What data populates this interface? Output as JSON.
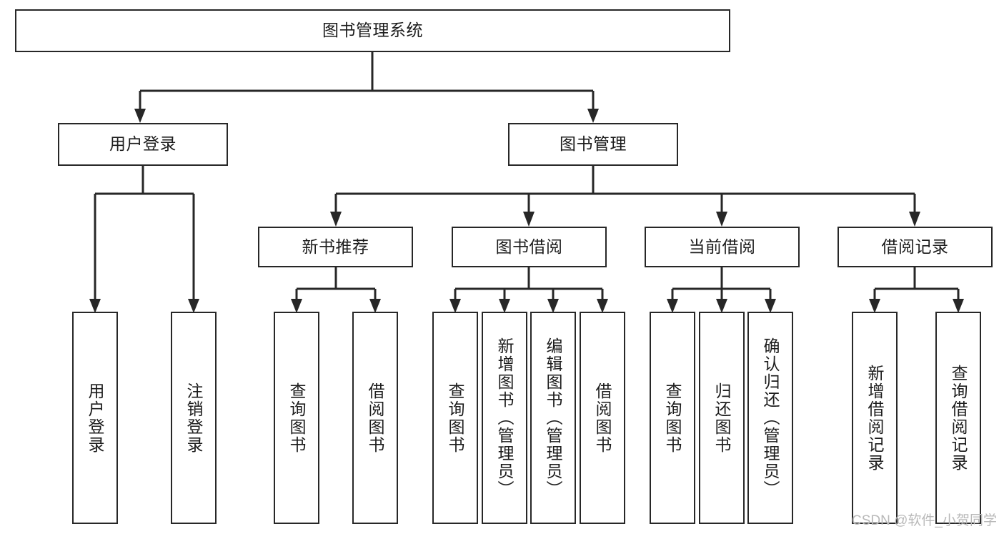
{
  "diagram": {
    "kind": "tree-structure-chart",
    "title_node": "图书管理系统",
    "colors": {
      "box_border": "#272727",
      "box_fill": "#ffffff",
      "connector": "#272727",
      "text": "#1c1c1c",
      "background": "#ffffff",
      "watermark": "#b9b9b9"
    },
    "levels": [
      {
        "level": 1,
        "nodes": [
          {
            "id": "root",
            "label": "图书管理系统",
            "orientation": "horizontal"
          }
        ]
      },
      {
        "level": 2,
        "nodes": [
          {
            "id": "login",
            "label": "用户登录",
            "orientation": "horizontal",
            "parent": "root"
          },
          {
            "id": "bookmgmt",
            "label": "图书管理",
            "orientation": "horizontal",
            "parent": "root"
          }
        ]
      },
      {
        "level": 3,
        "nodes": [
          {
            "id": "newbook",
            "label": "新书推荐",
            "orientation": "horizontal",
            "parent": "bookmgmt"
          },
          {
            "id": "borrow",
            "label": "图书借阅",
            "orientation": "horizontal",
            "parent": "bookmgmt"
          },
          {
            "id": "current",
            "label": "当前借阅",
            "orientation": "horizontal",
            "parent": "bookmgmt"
          },
          {
            "id": "records",
            "label": "借阅记录",
            "orientation": "horizontal",
            "parent": "bookmgmt"
          }
        ]
      },
      {
        "level": 4,
        "nodes": [
          {
            "id": "leaf1",
            "label": "用户登录",
            "orientation": "vertical",
            "parent": "login"
          },
          {
            "id": "leaf2",
            "label": "注销登录",
            "orientation": "vertical",
            "parent": "login"
          },
          {
            "id": "leaf3",
            "label": "查询图书",
            "orientation": "vertical",
            "parent": "newbook"
          },
          {
            "id": "leaf4",
            "label": "借阅图书",
            "orientation": "vertical",
            "parent": "newbook"
          },
          {
            "id": "leaf5",
            "label": "查询图书",
            "orientation": "vertical",
            "parent": "borrow"
          },
          {
            "id": "leaf6",
            "label": "新增图书（管理员）",
            "orientation": "vertical",
            "parent": "borrow"
          },
          {
            "id": "leaf7",
            "label": "编辑图书（管理员）",
            "orientation": "vertical",
            "parent": "borrow"
          },
          {
            "id": "leaf8",
            "label": "借阅图书",
            "orientation": "vertical",
            "parent": "borrow"
          },
          {
            "id": "leaf9",
            "label": "查询图书",
            "orientation": "vertical",
            "parent": "current"
          },
          {
            "id": "leaf10",
            "label": "归还图书",
            "orientation": "vertical",
            "parent": "current"
          },
          {
            "id": "leaf11",
            "label": "确认归还（管理员）",
            "orientation": "vertical",
            "parent": "current"
          },
          {
            "id": "leaf12",
            "label": "新增借阅记录",
            "orientation": "vertical",
            "parent": "records"
          },
          {
            "id": "leaf13",
            "label": "查询借阅记录",
            "orientation": "vertical",
            "parent": "records"
          }
        ]
      }
    ]
  },
  "watermark": {
    "text": "CSDN @软件_小贺同学"
  }
}
